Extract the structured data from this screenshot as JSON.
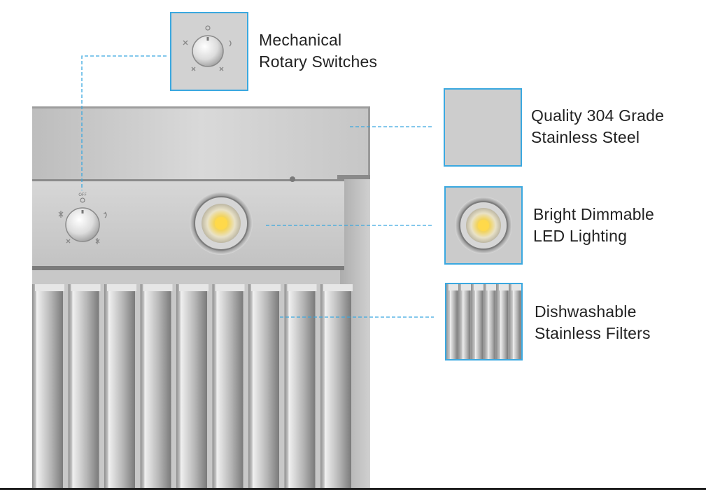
{
  "callouts": [
    {
      "id": "mechanical-rotary-switches",
      "lines": [
        "Mechanical",
        "Rotary Switches"
      ]
    },
    {
      "id": "stainless-steel",
      "lines": [
        "Quality 304 Grade",
        "Stainless Steel"
      ]
    },
    {
      "id": "led-lighting",
      "lines": [
        "Bright Dimmable",
        "LED Lighting"
      ]
    },
    {
      "id": "filters",
      "lines": [
        "Dishwashable",
        "Stainless Filters"
      ]
    }
  ],
  "knob_off_label": "OFF",
  "colors": {
    "callout_line": "#3aa8e0",
    "callout_frame": "#3aa8e0",
    "label_text": "#222222",
    "steel": "#cfcfcf"
  },
  "icons": [
    "rotary-knob-icon",
    "fan-speed-icon",
    "led-light-icon",
    "filter-baffle-icon"
  ]
}
